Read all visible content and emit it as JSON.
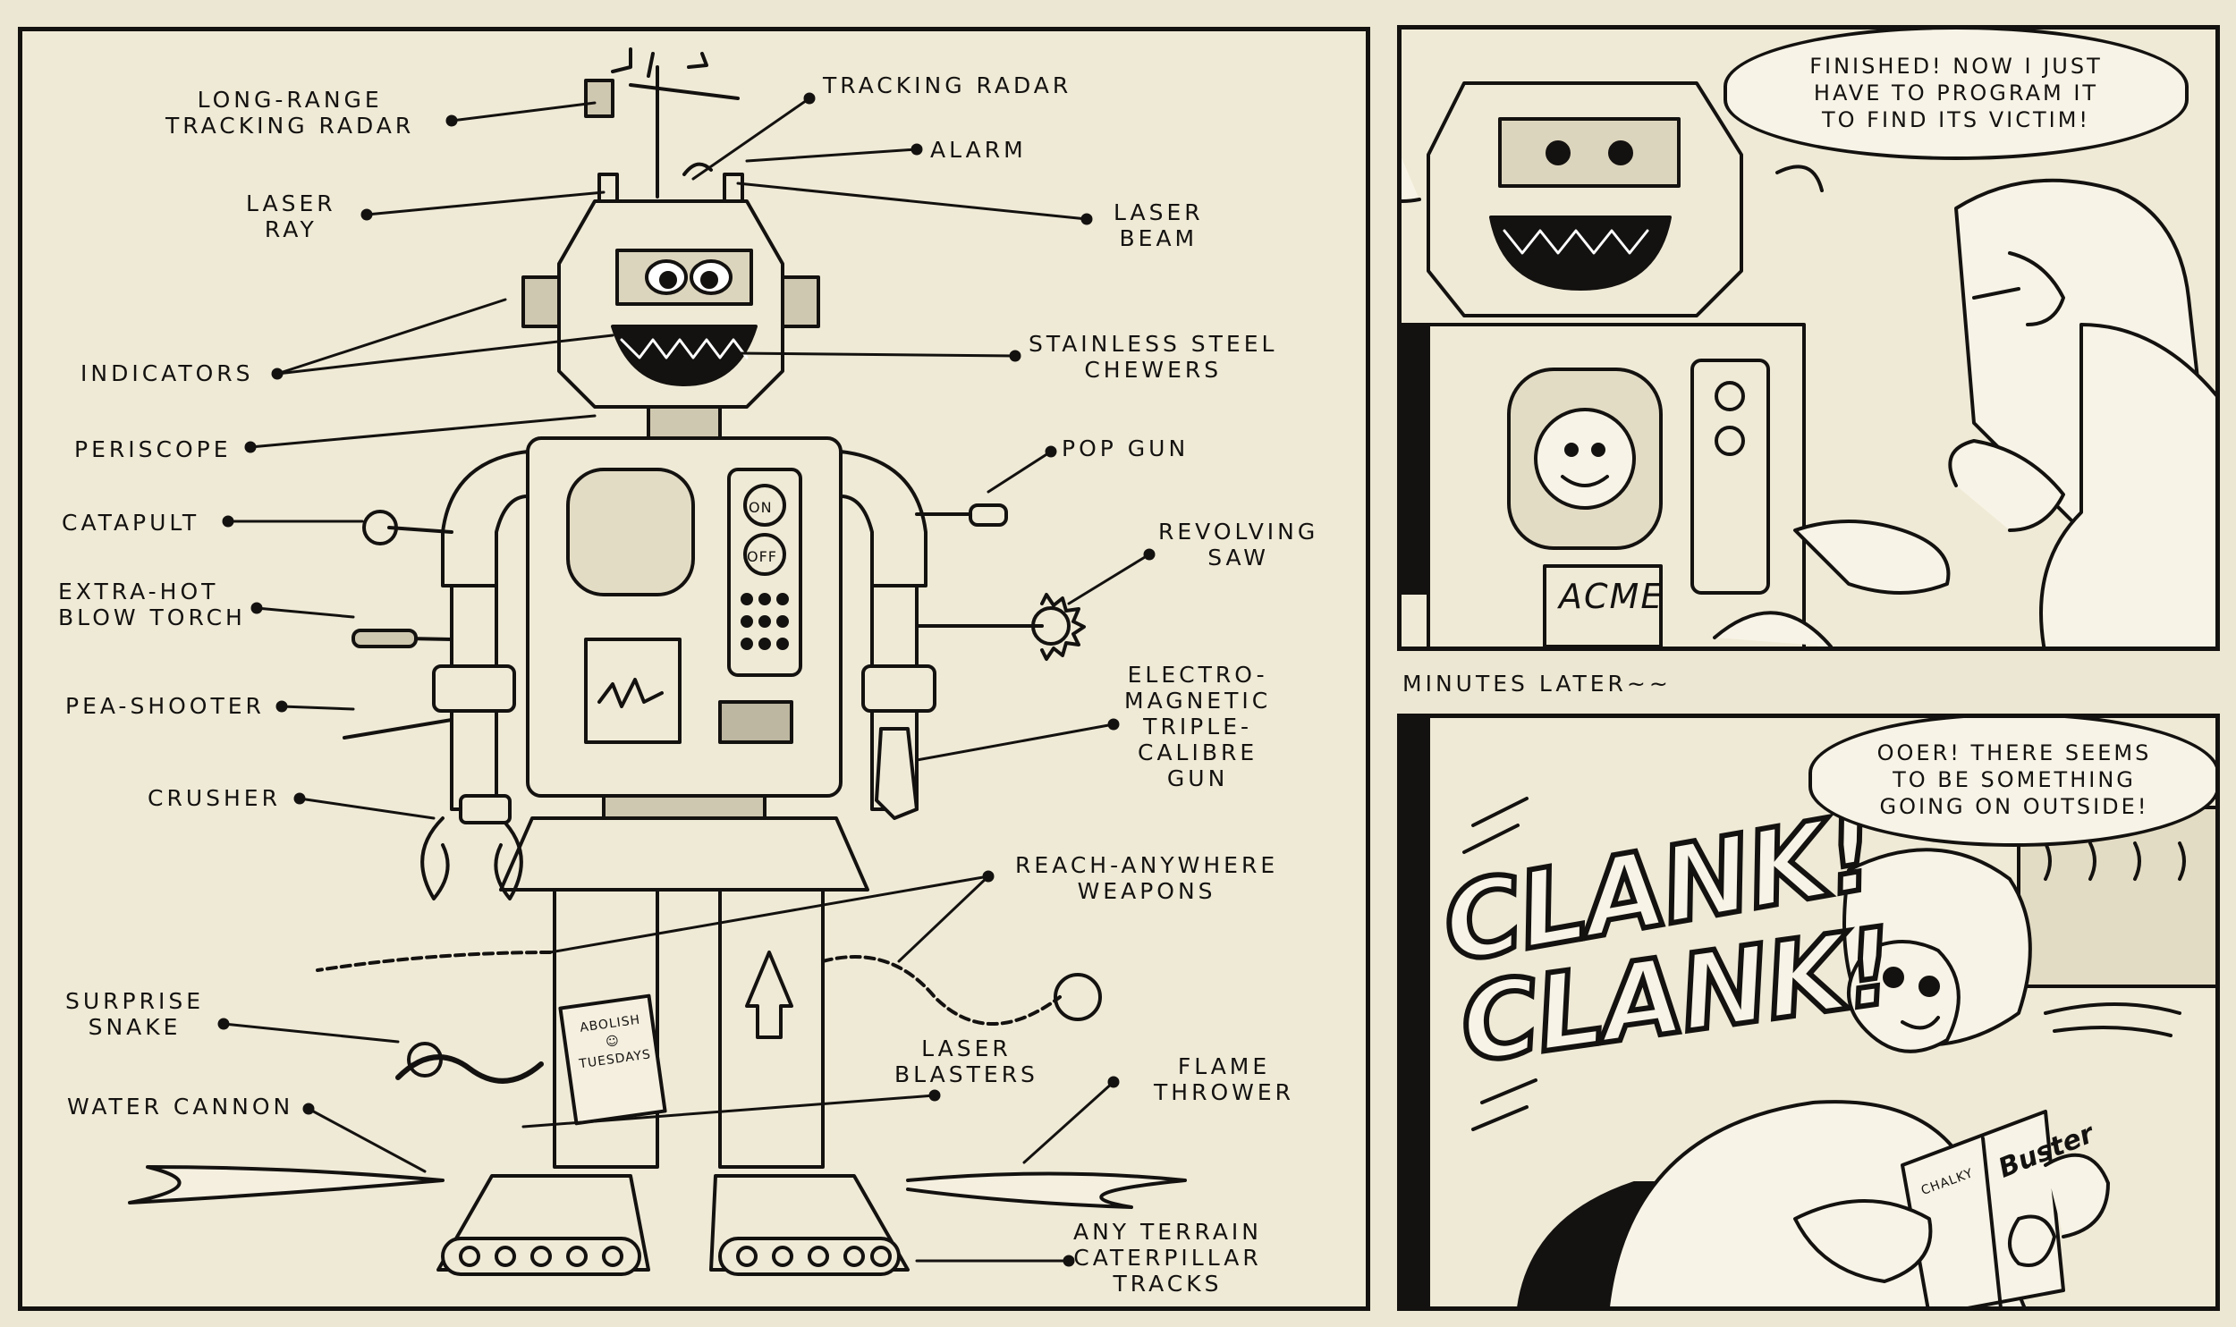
{
  "main_panel": {
    "labels": {
      "long_range_radar": "LONG-RANGE\nTRACKING RADAR",
      "tracking_radar": "TRACKING RADAR",
      "alarm": "ALARM",
      "laser_ray": "LASER\nRAY",
      "laser_beam": "LASER\nBEAM",
      "indicators": "INDICATORS",
      "stainless_steel_chewers": "STAINLESS STEEL\nCHEWERS",
      "periscope": "PERISCOPE",
      "pop_gun": "POP GUN",
      "catapult": "CATAPULT",
      "revolving_saw": "REVOLVING\nSAW",
      "blow_torch": "EXTRA-HOT\nBLOW TORCH",
      "pea_shooter": "PEA-SHOOTER",
      "electromagnetic_gun": "ELECTRO-\nMAGNETIC\nTRIPLE-\nCALIBRE\nGUN",
      "crusher": "CRUSHER",
      "reach_anywhere": "REACH-ANYWHERE\nWEAPONS",
      "surprise_snake": "SURPRISE\nSNAKE",
      "laser_blasters": "LASER\nBLASTERS",
      "flame_thrower": "FLAME\nTHROWER",
      "water_cannon": "WATER CANNON",
      "caterpillar_tracks": "ANY TERRAIN\nCATERPILLAR\nTRACKS"
    },
    "robot_text": {
      "on_button": "ON",
      "off_button": "OFF",
      "sign": "ABOLISH\n☺\nTUESDAYS"
    }
  },
  "top_right_panel": {
    "speech": "FINISHED! NOW I JUST\nHAVE TO PROGRAM IT\nTO FIND ITS VICTIM!",
    "robot_plate": "ACME"
  },
  "caption": "MINUTES LATER~~",
  "bottom_right_panel": {
    "speech": "OOER! THERE SEEMS\nTO BE SOMETHING\nGOING ON OUTSIDE!",
    "sfx_line1": "CLANK!",
    "sfx_line2": "CLANK!",
    "comic_name": "CHALKY",
    "comic_title": "Buster"
  }
}
